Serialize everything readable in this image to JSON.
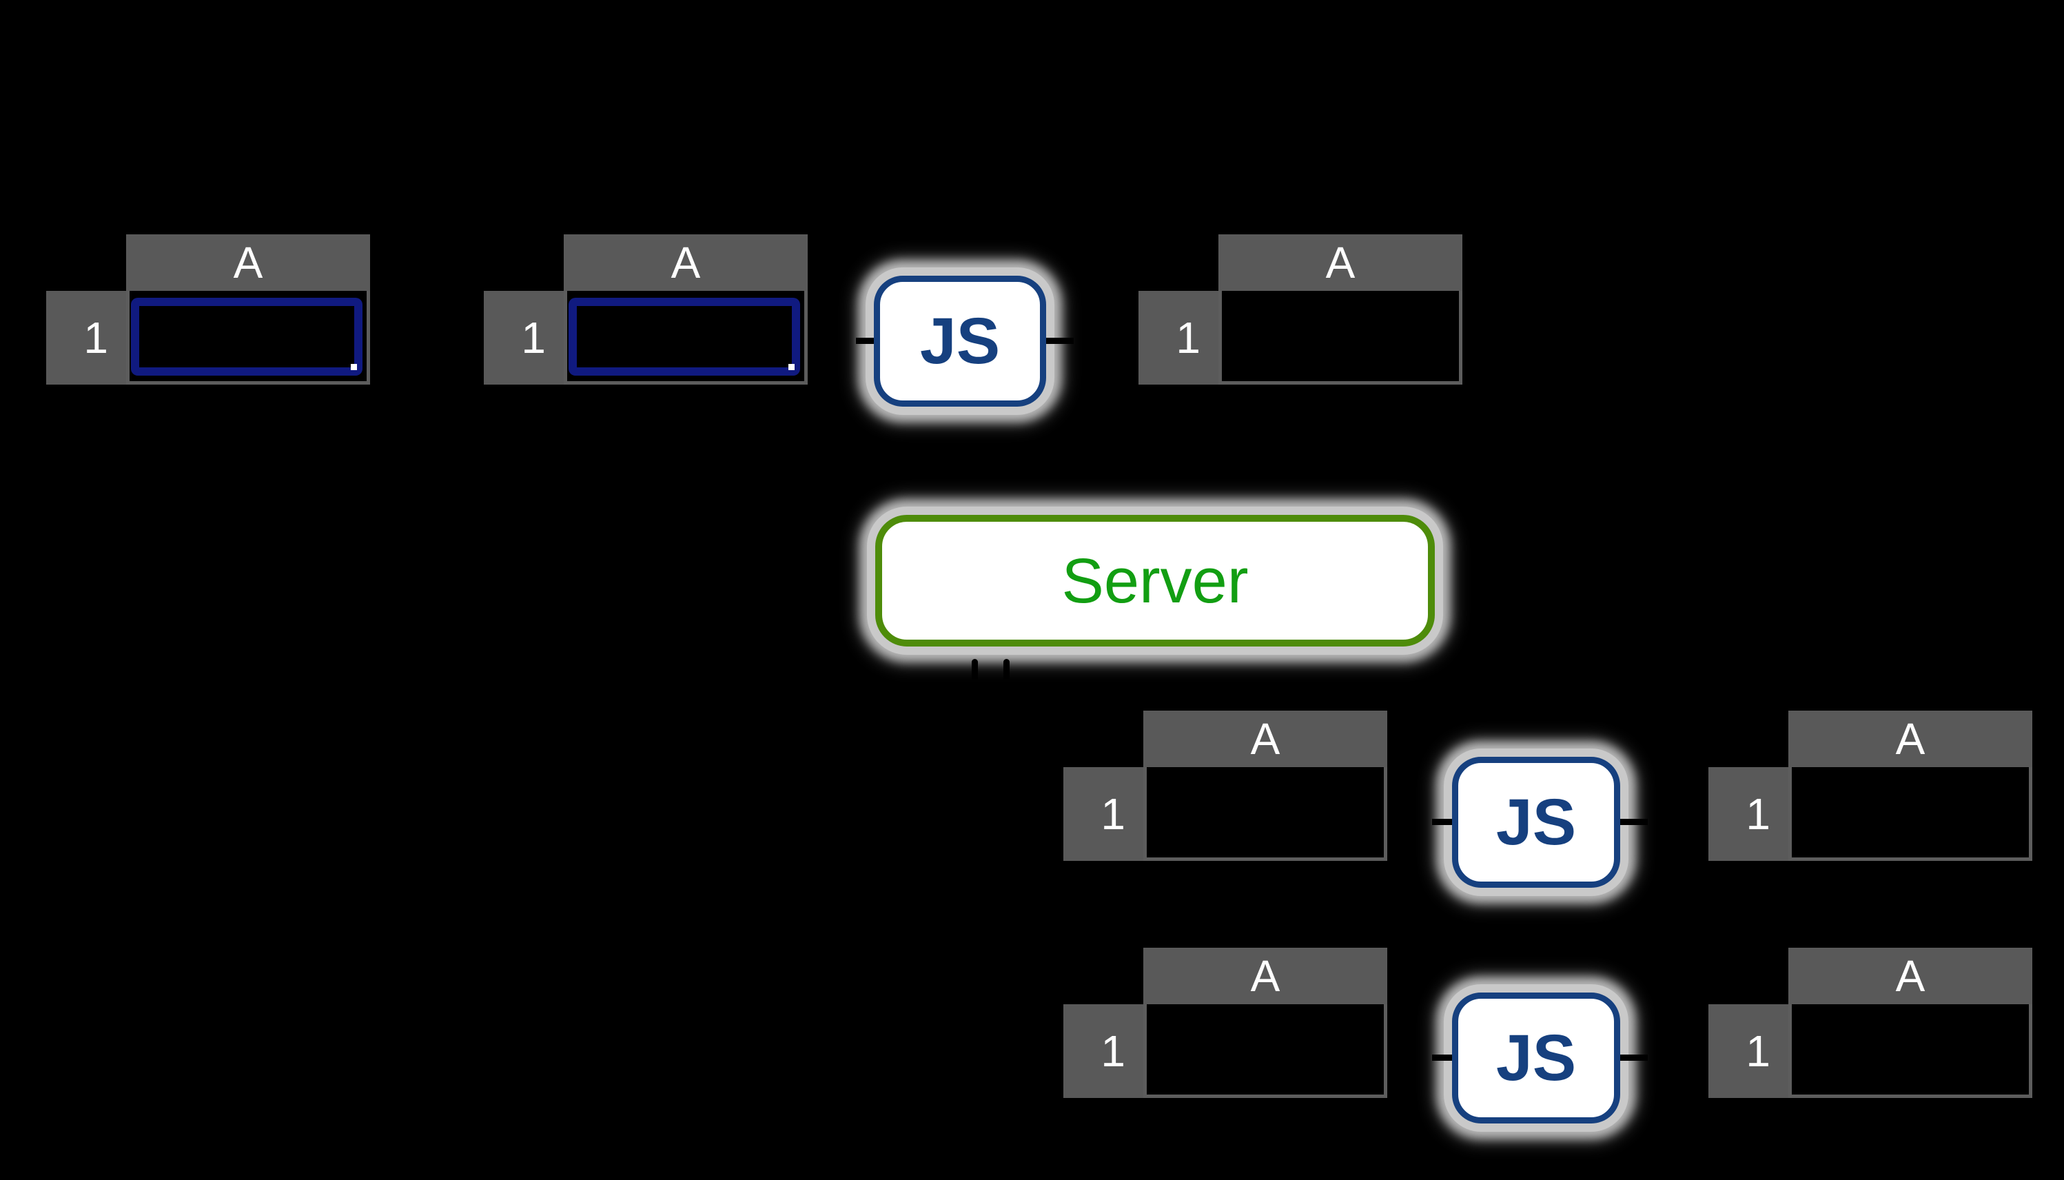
{
  "colors": {
    "background": "#000000",
    "header_gray": "#595959",
    "grid_gray": "#5d5d5d",
    "header_text": "#ffffff",
    "selection_navy": "#101a80",
    "js_navy": "#16407f",
    "server_green_border": "#4e8c0a",
    "server_green_text": "#129e12",
    "glow_gray": "#c9c9c9",
    "fill_handle": "#ffffff",
    "connector_black": "#000000"
  },
  "tables": [
    {
      "col_label": "A",
      "row_label": "1",
      "selected": true
    },
    {
      "col_label": "A",
      "row_label": "1",
      "selected": true
    },
    {
      "col_label": "A",
      "row_label": "1",
      "selected": false
    },
    {
      "col_label": "A",
      "row_label": "1",
      "selected": false
    },
    {
      "col_label": "A",
      "row_label": "1",
      "selected": false
    },
    {
      "col_label": "A",
      "row_label": "1",
      "selected": false
    },
    {
      "col_label": "A",
      "row_label": "1",
      "selected": false
    }
  ],
  "js_boxes": [
    {
      "label": "JS"
    },
    {
      "label": "JS"
    },
    {
      "label": "JS"
    }
  ],
  "server": {
    "label": "Server"
  }
}
